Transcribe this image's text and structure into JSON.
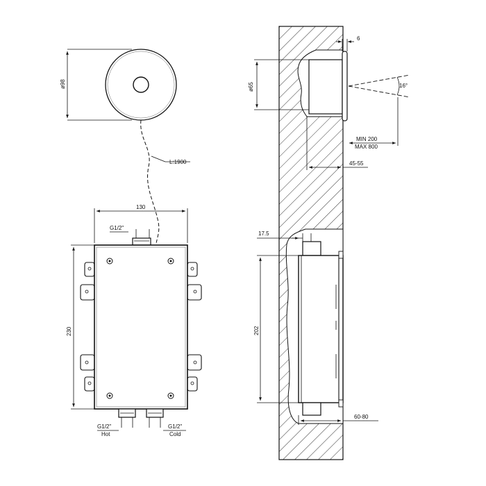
{
  "sensor_view": {
    "diameter_label": "ø98",
    "cable_label": "L:1900"
  },
  "box_front_view": {
    "width_label": "130",
    "height_label": "230",
    "top_connection_label": "G1/2\"",
    "hot_connection_label": "G1/2\"",
    "hot_label": "Hot",
    "cold_connection_label": "G1/2\"",
    "cold_label": "Cold"
  },
  "wall_section_view": {
    "flange_thickness_label": "6",
    "sensor_diameter_label": "ø65",
    "angle_label": "16°",
    "range_min_label": "MIN 200",
    "range_max_label": "MAX 800",
    "depth_label": "45-55",
    "offset_label": "17.5",
    "box_height_label": "202",
    "box_depth_label": "60-80"
  }
}
